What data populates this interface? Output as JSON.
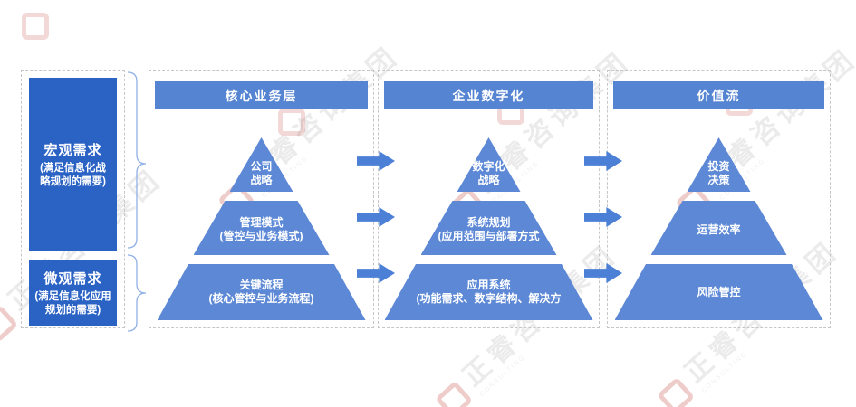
{
  "colors": {
    "demand_box_blue": "#2B63C5",
    "header_bar_blue": "#5584D2",
    "pyramid_blue": "#5C88D6",
    "arrow_blue": "#4C80D6",
    "dashed_border_gray": "#c6c6c6",
    "brace_blue": "#8FAFE5",
    "watermark_gray": "#d8d8d8",
    "watermark_red": "#c0473e",
    "text_white": "#ffffff"
  },
  "left_panel": {
    "macro": {
      "title": "宏观需求",
      "sub1": "(满足信息化战",
      "sub2": "略规划的需要)"
    },
    "micro": {
      "title": "微观需求",
      "sub1": "(满足信息化应用",
      "sub2": "规划的需要)"
    }
  },
  "columns": [
    {
      "header": "核心业务层",
      "tiers": [
        {
          "line1": "公司",
          "line2": "战略"
        },
        {
          "line1": "管理模式",
          "line2": "(管控与业务模式)"
        },
        {
          "line1": "关键流程",
          "line2": "(核心管控与业务流程)"
        }
      ]
    },
    {
      "header": "企业数字化",
      "tiers": [
        {
          "line1": "数字化",
          "line2": "战略"
        },
        {
          "line1": "系统规划",
          "line2": "(应用范围与部署方式"
        },
        {
          "line1": "应用系统",
          "line2": "(功能需求、数字结构、解决方"
        }
      ]
    },
    {
      "header": "价值流",
      "tiers": [
        {
          "line1": "投资",
          "line2": "决策"
        },
        {
          "line1": "运营效率"
        },
        {
          "line1": "风险管控"
        }
      ]
    }
  ],
  "watermark": {
    "cn": "正睿咨询集团",
    "en": "CONSULTING"
  }
}
